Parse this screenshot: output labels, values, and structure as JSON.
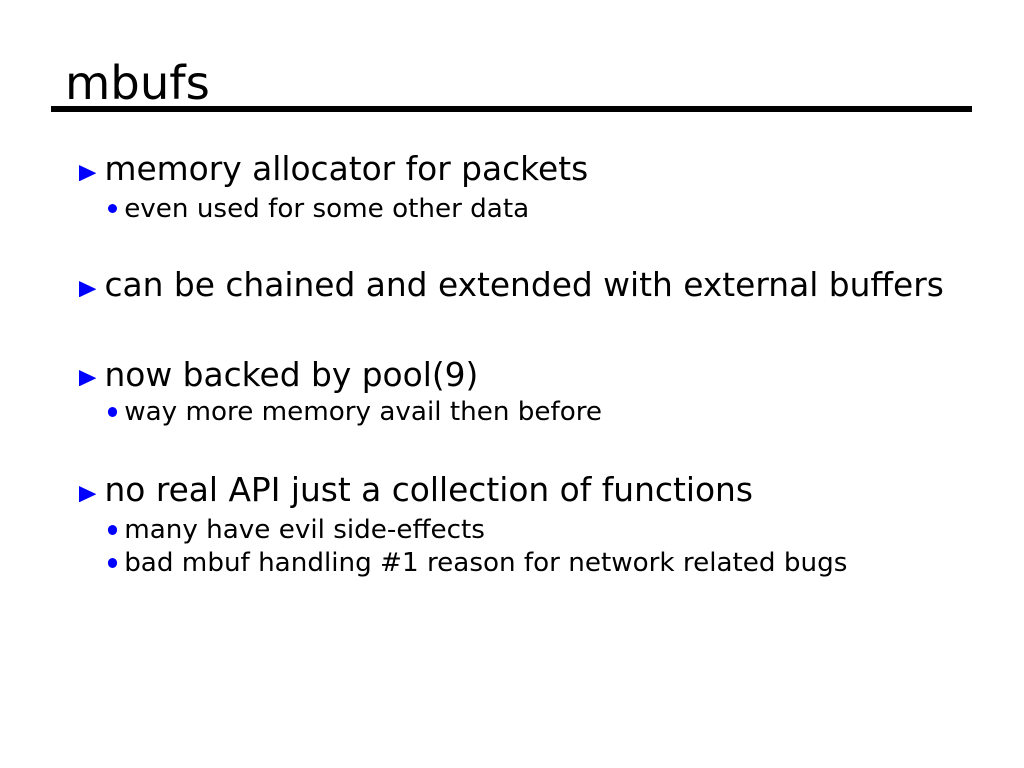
{
  "slide": {
    "title": "mbufs",
    "colors": {
      "background": "#ffffff",
      "text": "#000000",
      "bullet": "#0000ff",
      "rule": "#000000"
    },
    "bullets": [
      {
        "level": 1,
        "text": "memory allocator for packets"
      },
      {
        "level": 2,
        "text": "even used for some other data"
      },
      {
        "level": 1,
        "text": "can be chained and extended with external buffers"
      },
      {
        "level": 1,
        "text": "now backed by pool(9)"
      },
      {
        "level": 2,
        "text": "way more memory avail then before"
      },
      {
        "level": 1,
        "text": "no real API just a collection of functions"
      },
      {
        "level": 2,
        "text": "many have evil side-effects"
      },
      {
        "level": 2,
        "text": "bad mbuf handling #1 reason for network related bugs"
      }
    ]
  }
}
